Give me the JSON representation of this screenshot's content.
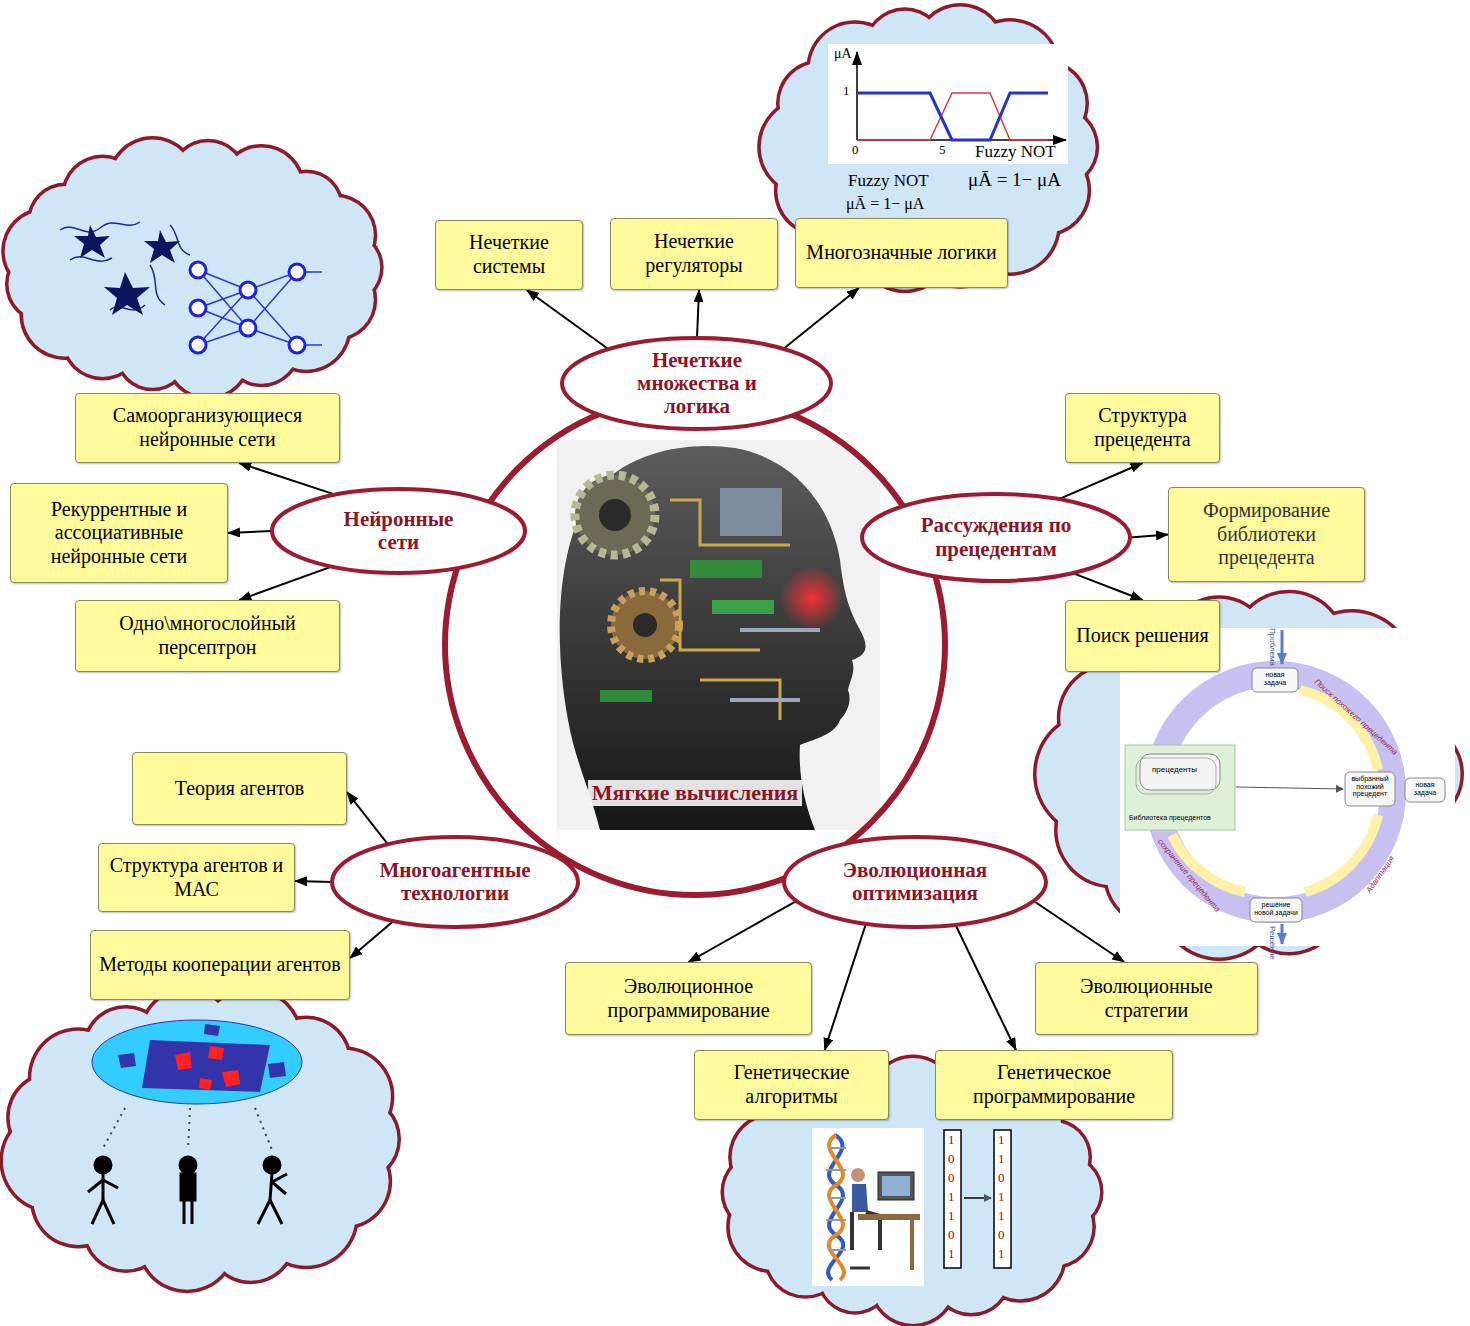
{
  "diagram": {
    "nodes": [
      {
        "text": [
          "Мягкие вычисления"
        ]
      },
      {
        "text": [
          "Нечеткие множества и логика"
        ]
      },
      {
        "text": [
          "Нечеткие системы"
        ]
      },
      {
        "text": [
          "Нечеткие регуляторы"
        ]
      },
      {
        "text": [
          "Многозначные логики"
        ]
      },
      {
        "text": [
          "Нейронные сети"
        ]
      },
      {
        "text": [
          "Самоорганизующиеся нейронные сети"
        ]
      },
      {
        "text": [
          "Рекуррентные и ассоциативные нейронные сети"
        ]
      },
      {
        "text": [
          "Одно\\многослойный персептрон"
        ]
      },
      {
        "text": [
          "Рассуждения по прецедентам"
        ]
      },
      {
        "text": [
          "Структура прецедента"
        ]
      },
      {
        "text": [
          "Формирование библиотеки прецедента"
        ]
      },
      {
        "text": [
          "Поиск решения"
        ]
      },
      {
        "text": [
          "Многоагентные технологии"
        ]
      },
      {
        "text": [
          "Теория агентов"
        ]
      },
      {
        "text": [
          "Структура агентов и МАС"
        ]
      },
      {
        "text": [
          "Методы кооперации агентов"
        ]
      },
      {
        "text": [
          "Эволюционная оптимизация"
        ]
      },
      {
        "text": [
          "Эволюционное программирование"
        ]
      },
      {
        "text": [
          "Эволюционные стратегии"
        ]
      },
      {
        "text": [
          "Генетические алгоритмы"
        ]
      },
      {
        "text": [
          "Генетическое программирование"
        ]
      }
    ],
    "edges": [
      {
        "from": 1,
        "to": 2,
        "arrow": "to"
      },
      {
        "from": 1,
        "to": 3,
        "arrow": "to"
      },
      {
        "from": 1,
        "to": 4,
        "arrow": "to"
      },
      {
        "from": 5,
        "to": 6,
        "arrow": "to"
      },
      {
        "from": 5,
        "to": 7,
        "arrow": "to"
      },
      {
        "from": 5,
        "to": 8,
        "arrow": "to"
      },
      {
        "from": 9,
        "to": 10,
        "arrow": "to"
      },
      {
        "from": 9,
        "to": 11,
        "arrow": "to"
      },
      {
        "from": 9,
        "to": 12,
        "arrow": "to"
      },
      {
        "from": 13,
        "to": 14,
        "arrow": "to"
      },
      {
        "from": 13,
        "to": 15,
        "arrow": "to"
      },
      {
        "from": 13,
        "to": 16,
        "arrow": "to"
      },
      {
        "from": 17,
        "to": 18,
        "arrow": "to"
      },
      {
        "from": 17,
        "to": 19,
        "arrow": "to"
      },
      {
        "from": 17,
        "to": 20,
        "arrow": "to"
      },
      {
        "from": 17,
        "to": 21,
        "arrow": "to"
      }
    ],
    "labels": [
      "μA",
      "1",
      "0",
      "5",
      "Fuzzy NOT",
      "Fuzzy NOT",
      "μĀ = 1− μA",
      "μĀ = 1− μA",
      "Проблема",
      "новая задача",
      "Поиск похожего прецедента",
      "прецеденты",
      "Библиотека прецедентов",
      "выбранный похожий прецедент",
      "новая задача",
      "Адаптация",
      "решение новой задачи",
      "сохранение прецедента",
      "Решение",
      "1",
      "0",
      "0",
      "1",
      "1",
      "0",
      "1",
      "1",
      "1",
      "0",
      "1",
      "1",
      "0",
      "1"
    ]
  }
}
